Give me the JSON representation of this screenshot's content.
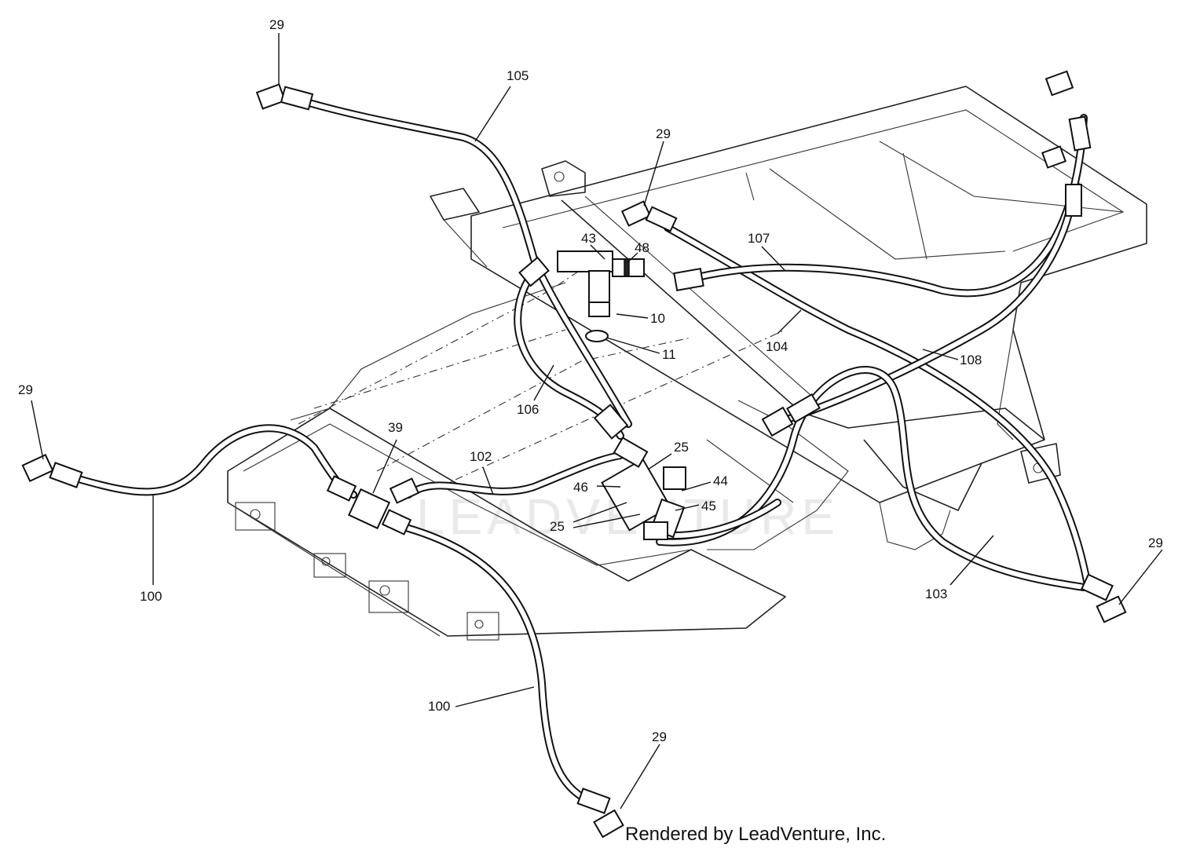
{
  "watermark": "LEADVENTURE",
  "footer": "Rendered by LeadVenture, Inc.",
  "callouts": [
    {
      "id": "c29a",
      "text": "29"
    },
    {
      "id": "c105",
      "text": "105"
    },
    {
      "id": "c29b",
      "text": "29"
    },
    {
      "id": "c43",
      "text": "43"
    },
    {
      "id": "c48",
      "text": "48"
    },
    {
      "id": "c107",
      "text": "107"
    },
    {
      "id": "c10",
      "text": "10"
    },
    {
      "id": "c11",
      "text": "11"
    },
    {
      "id": "c104",
      "text": "104"
    },
    {
      "id": "c108",
      "text": "108"
    },
    {
      "id": "c106",
      "text": "106"
    },
    {
      "id": "c29c",
      "text": "29"
    },
    {
      "id": "c39",
      "text": "39"
    },
    {
      "id": "c102",
      "text": "102"
    },
    {
      "id": "c25a",
      "text": "25"
    },
    {
      "id": "c44",
      "text": "44"
    },
    {
      "id": "c46",
      "text": "46"
    },
    {
      "id": "c45",
      "text": "45"
    },
    {
      "id": "c25b",
      "text": "25"
    },
    {
      "id": "c100a",
      "text": "100"
    },
    {
      "id": "c103",
      "text": "103"
    },
    {
      "id": "c29d",
      "text": "29"
    },
    {
      "id": "c100b",
      "text": "100"
    },
    {
      "id": "c29e",
      "text": "29"
    }
  ]
}
